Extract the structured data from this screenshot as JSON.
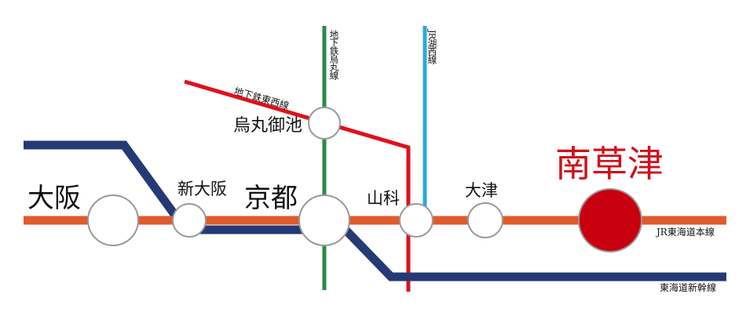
{
  "colors": {
    "tokaido_line": "#e05a2b",
    "shinkansen": "#233a74",
    "karasuma_line": "#2e8b45",
    "tozai_line": "#e0101a",
    "kosei_line": "#29a8e0",
    "highlight_station": "#c8000f"
  },
  "stations": {
    "osaka": "大阪",
    "shin_osaka": "新大阪",
    "kyoto": "京都",
    "karasuma_oike": "烏丸御池",
    "yamashina": "山科",
    "otsu": "大津",
    "minami_kusatsu": "南草津"
  },
  "lines": {
    "tokaido": "JR東海道本線",
    "shinkansen": "東海道新幹線",
    "karasuma": "地下鉄烏丸線",
    "tozai": "地下鉄東西線",
    "kosei": "JR湖西線"
  }
}
